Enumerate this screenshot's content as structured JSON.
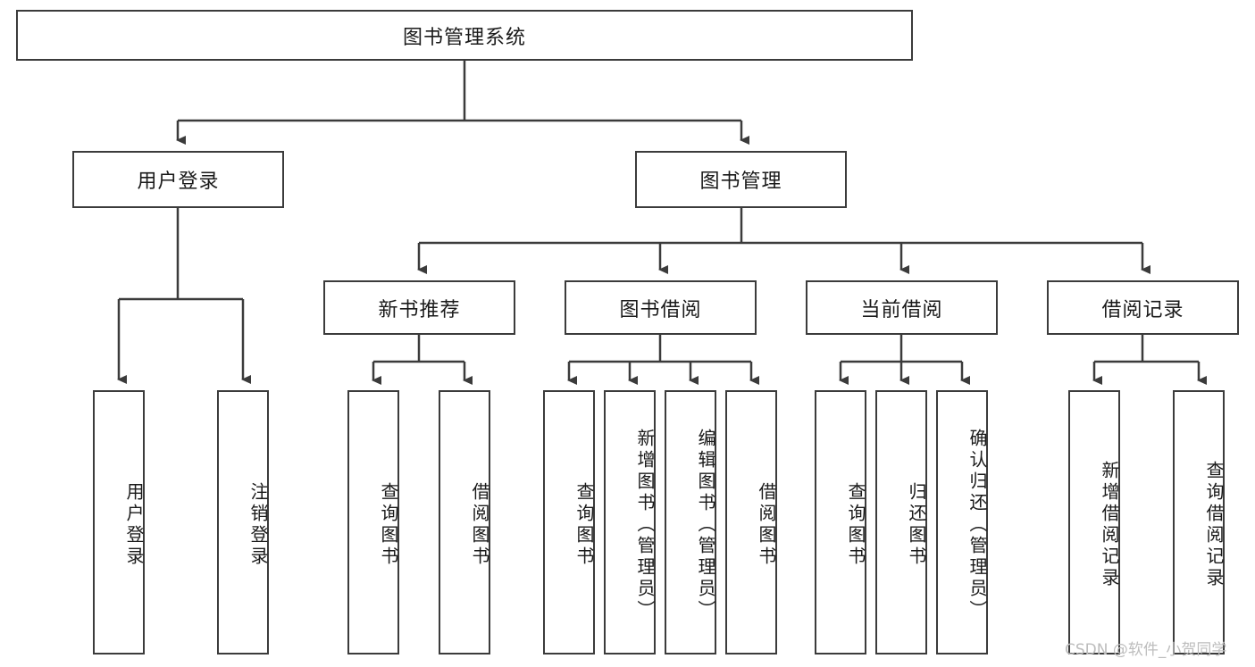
{
  "diagram": {
    "type": "tree",
    "title": "图书管理系统",
    "root": {
      "label": "图书管理系统"
    },
    "level2": [
      {
        "label": "用户登录"
      },
      {
        "label": "图书管理"
      }
    ],
    "level3": [
      {
        "label": "新书推荐"
      },
      {
        "label": "图书借阅"
      },
      {
        "label": "当前借阅"
      },
      {
        "label": "借阅记录"
      }
    ],
    "leaves": {
      "user_login": [
        {
          "label": "用户登录"
        },
        {
          "label": "注销登录"
        }
      ],
      "new_book_recommend": [
        {
          "label": "查询图书"
        },
        {
          "label": "借阅图书"
        }
      ],
      "book_borrow": [
        {
          "label": "查询图书"
        },
        {
          "label": "新增图书（管理员）"
        },
        {
          "label": "编辑图书（管理员）"
        },
        {
          "label": "借阅图书"
        }
      ],
      "current_borrow": [
        {
          "label": "查询图书"
        },
        {
          "label": "归还图书"
        },
        {
          "label": "确认归还（管理员）"
        }
      ],
      "borrow_record": [
        {
          "label": "新增借阅记录"
        },
        {
          "label": "查询借阅记录"
        }
      ]
    }
  },
  "watermark": {
    "text": "CSDN @软件_小贺同学"
  },
  "colors": {
    "stroke": "#3b3b3b",
    "box_fill": "#ffffff",
    "text": "#1a1a1a",
    "watermark": "#bdbdbd"
  }
}
